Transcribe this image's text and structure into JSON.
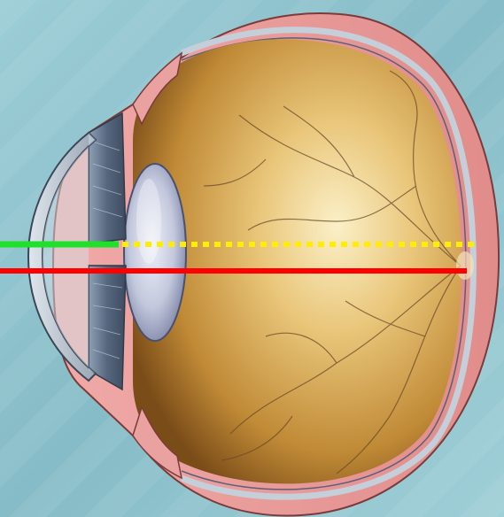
{
  "image": {
    "subject": "eye-cross-section",
    "colors": {
      "background": "#8fc2cc",
      "background_light": "#b7dde3",
      "background_dark": "#6aa6b2",
      "sclera_outer": "#e79a98",
      "sclera_inner": "#f3b8b6",
      "choroid_line": "#b9c3cf",
      "vitreous_light": "#f6e6b0",
      "vitreous_mid": "#d9a94a",
      "vitreous_dark": "#8b5a1e",
      "lens_light": "#e4e8f4",
      "lens_dark": "#8e96b6",
      "iris": "#5d6f86",
      "cornea": "#c9d3dc",
      "vessel": "#6b4a2a",
      "line_green": "#1fe02a",
      "line_yellow_dotted": "#ffee00",
      "line_red": "#ff0000"
    },
    "overlay_lines": [
      {
        "name": "green-line",
        "style": "solid",
        "color": "#1fe02a"
      },
      {
        "name": "yellow-dotted-line",
        "style": "dotted",
        "color": "#ffee00"
      },
      {
        "name": "red-line",
        "style": "solid",
        "color": "#ff0000"
      }
    ]
  }
}
